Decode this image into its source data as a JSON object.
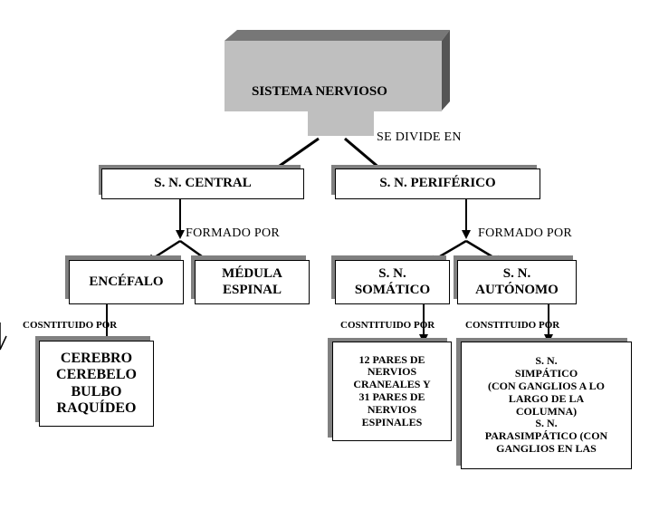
{
  "root": {
    "label": "SISTEMA NERVIOSO"
  },
  "connector_labels": {
    "divide": "SE DIVIDE EN",
    "formado_left": "FORMADO POR",
    "formado_right": "FORMADO POR",
    "constituido_encefalo": "COSNTITUIDO POR",
    "constituido_somatico": "COSNTITUIDO POR",
    "constituido_autonomo": "CONSTITUIDO POR"
  },
  "level1": {
    "central": "S. N. CENTRAL",
    "periferico": "S. N. PERIFÉRICO"
  },
  "level2": {
    "encefalo": "ENCÉFALO",
    "medula": "MÉDULA\nESPINAL",
    "somatico": "S. N.\nSOMÁTICO",
    "autonomo": "S. N.\nAUTÓNOMO"
  },
  "level3": {
    "encefalo_parts": "CEREBRO\nCEREBELO\nBULBO\nRAQUÍDEO",
    "somatico_parts": "12 PARES DE\nNERVIOS\nCRANEALES Y\n31 PARES DE\nNERVIOS\nESPINALES",
    "autonomo_parts": "S. N.\nSIMPÁTICO\n(CON GANGLIOS A LO\nLARGO DE LA\nCOLUMNA)\nS. N.\nPARASIMPÁTICO (CON\nGANGLIOS EN LAS"
  }
}
